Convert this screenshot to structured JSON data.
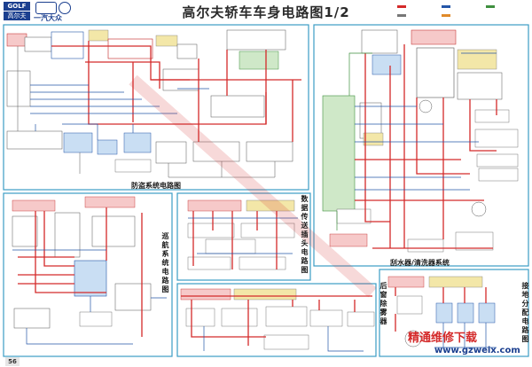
{
  "brand": {
    "golf": "GOLF",
    "gaoerfu": "高尔夫",
    "faw": "一汽大众"
  },
  "title": "高尔夫轿车车身电路图1/2",
  "page_number": "56",
  "panels": {
    "antitheft": "防盗系统电路图",
    "wiper": "刮水器/清洗器系统",
    "cruise": "巡航系统电路图",
    "data_bus": "数据传送插头电路图",
    "defogger": "后窗除雾器",
    "ground": "接地分配电路图"
  },
  "watermark": {
    "cn": "精通维修下载",
    "url": "www.gzweix.com"
  },
  "colors": {
    "frame": "#3b9dc4",
    "wire_red": "#d42a2a",
    "wire_blue": "#2456a8",
    "wire_green": "#3f8f3f",
    "accent_yellow": "#f3e7a8",
    "accent_pink": "#f6c9c9",
    "accent_green": "#cfe8c8",
    "accent_blue": "#c9def3"
  }
}
